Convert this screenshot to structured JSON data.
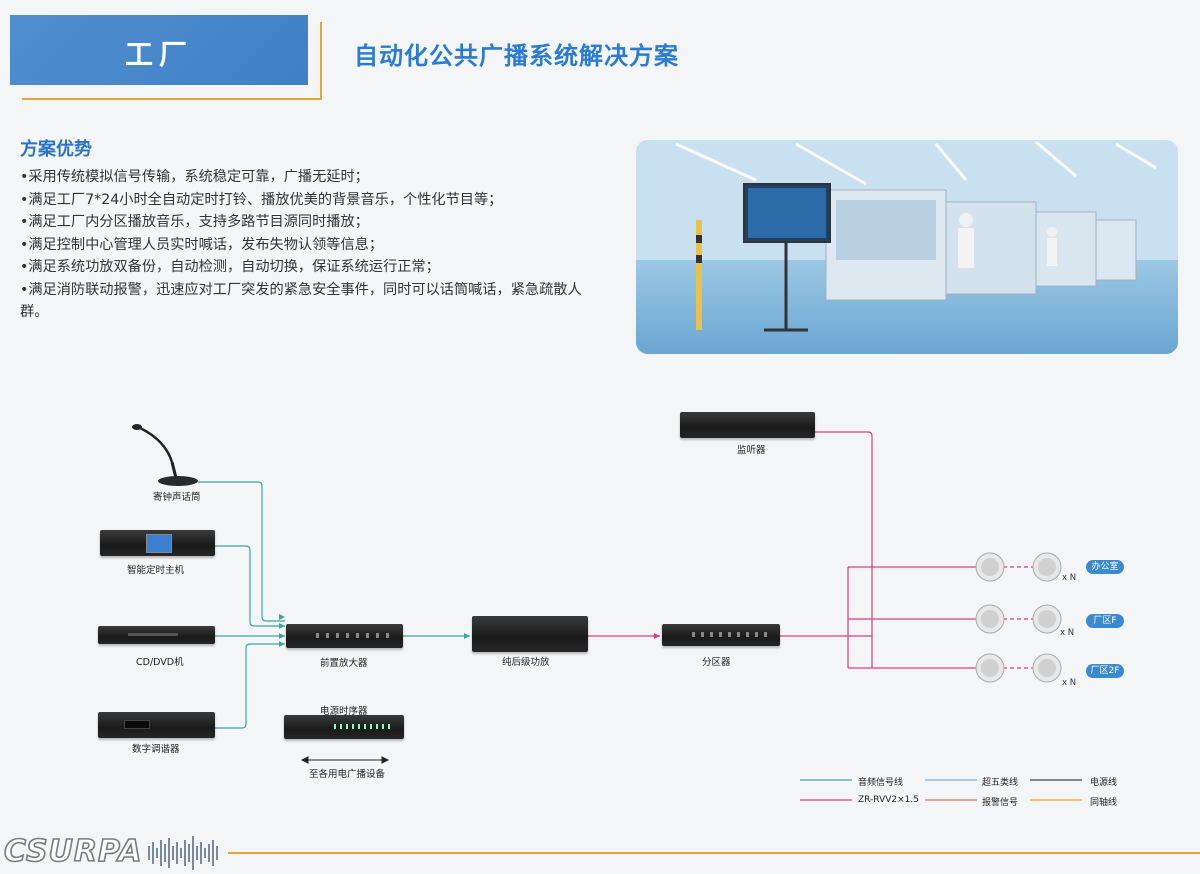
{
  "header": {
    "category": "工厂",
    "title": "自动化公共广播系统解决方案"
  },
  "advantages": {
    "title": "方案优势",
    "items": [
      "•采用传统模拟信号传输，系统稳定可靠，广播无延时；",
      "•满足工厂7*24小时全自动定时打铃、播放优美的背景音乐，个性化节目等；",
      "•满足工厂内分区播放音乐，支持多路节目源同时播放；",
      "•满足控制中心管理人员实时喊话，发布失物认领等信息；",
      "•满足系统功放双备份，自动检测，自动切换，保证系统运行正常；",
      "•满足消防联动报警，迅速应对工厂突发的紧急安全事件，同时可以话筒喊话，紧急疏散人群。"
    ]
  },
  "diagram": {
    "devices": {
      "paging_mic": "寄钟声话筒",
      "timer_host": "智能定时主机",
      "cd_dvd": "CD/DVD机",
      "tuner": "数字调谐器",
      "preamp": "前置放大器",
      "power_sequencer": "电源时序器",
      "to_devices": "至各用电广播设备",
      "power_amp": "纯后级功放",
      "zone_divider": "分区器",
      "monitor": "监听器"
    },
    "zones": [
      "办公室",
      "厂区F",
      "厂区2F"
    ],
    "zone_multiplier": "x N"
  },
  "legend": [
    {
      "label": "音频信号线",
      "color": "#3aa89a"
    },
    {
      "label": "超五类线",
      "color": "#7ab0d8"
    },
    {
      "label": "电源线",
      "color": "#444444"
    },
    {
      "label": "ZR-RVV2×1.5",
      "color": "#d6407a"
    },
    {
      "label": "报警信号",
      "color": "#e07050"
    },
    {
      "label": "同轴线",
      "color": "#e6a532"
    }
  ],
  "brand": {
    "logo": "CSURPA"
  }
}
